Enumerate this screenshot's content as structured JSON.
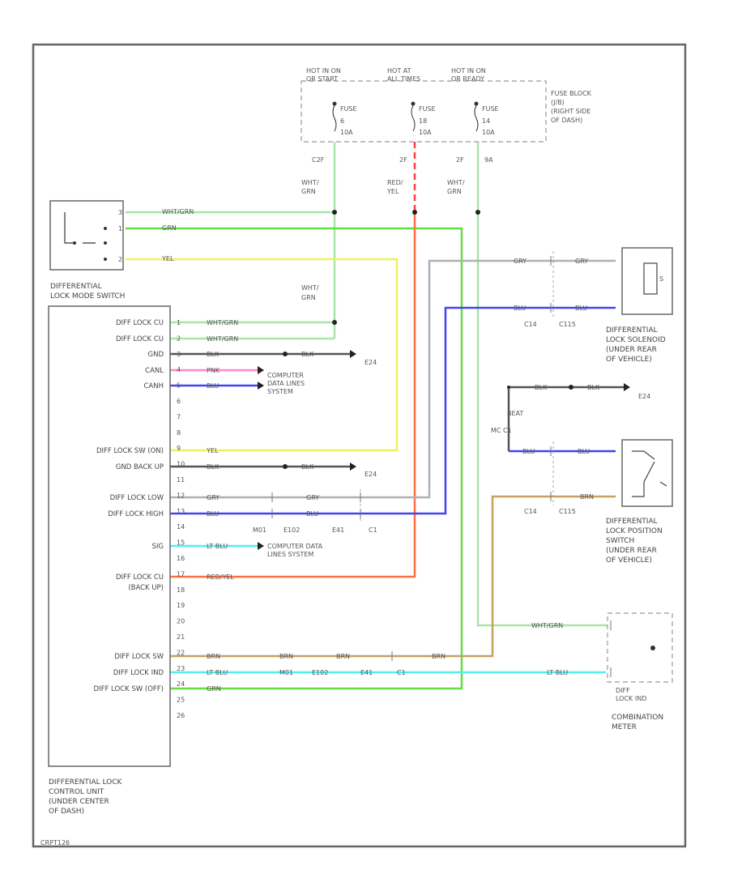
{
  "colors": {
    "WHT_GRN": "#a8e6a8",
    "GRN": "#66dd44",
    "YEL": "#f0f060",
    "RED_YEL": "#ff4040",
    "RED_YEL_WIRE": "#ff7040",
    "BLK": "#555555",
    "PNK": "#ff88cc",
    "BLU": "#4444ee",
    "GRY": "#b0b0b0",
    "LT_BLU": "#55eeee",
    "BRN": "#c8a060",
    "frame": "#666666"
  },
  "fuse_block": {
    "hots": [
      "HOT IN ON\nOR START",
      "HOT AT\nALL TIMES",
      "HOT IN ON\nOR READY"
    ],
    "fuses": [
      {
        "name": "FUSE",
        "number": "6",
        "rating": "10A",
        "connector": "C2F",
        "wire": "WHT/\nGRN"
      },
      {
        "name": "FUSE",
        "number": "18",
        "rating": "10A",
        "connector": "2F",
        "wire": "RED/\nYEL"
      },
      {
        "name": "FUSE",
        "number": "14",
        "rating": "10A",
        "connector": "2F",
        "pin": "9A",
        "wire": "WHT/\nGRN"
      }
    ],
    "label": "FUSE BLOCK\n(J/B)\n(RIGHT SIDE\nOF DASH)"
  },
  "mode_switch": {
    "label": "DIFFERENTIAL\nLOCK MODE SWITCH",
    "pins": [
      "3",
      "1",
      "2"
    ],
    "wires": [
      "WHT/GRN",
      "GRN",
      "YEL"
    ]
  },
  "control_unit": {
    "label": "DIFFERENTIAL LOCK\nCONTROL UNIT\n(UNDER CENTER\nOF DASH)",
    "pin_labels": [
      "DIFF LOCK CU",
      "DIFF LOCK CU",
      "GND",
      "CANL",
      "CANH",
      "DIFF LOCK SW (ON)",
      "GND BACK UP",
      "DIFF LOCK LOW",
      "DIFF LOCK HIGH",
      "SIG",
      "DIFF LOCK CU\n(BACK UP)",
      "DIFF LOCK SW",
      "DIFF LOCK IND",
      "DIFF LOCK SW (OFF)"
    ],
    "pins": [
      "1",
      "2",
      "3",
      "4",
      "5",
      "6",
      "7",
      "8",
      "9",
      "10",
      "11",
      "12",
      "13",
      "14",
      "15",
      "16",
      "17",
      "18",
      "19",
      "20",
      "21",
      "22",
      "23",
      "24",
      "25",
      "26"
    ]
  },
  "wires_cu": {
    "w1": "WHT/GRN",
    "w2": "WHT/GRN",
    "w3": "BLK",
    "w3b": "BLK",
    "w4": "PNK",
    "w5": "BLU",
    "w9": "YEL",
    "w10": "BLK",
    "w10b": "BLK",
    "w11": "GRY",
    "w11b": "GRY",
    "w12": "BLU",
    "w12b": "BLU",
    "w13": "LT BLU",
    "w15": "RED/YEL",
    "w20": "BRN",
    "w20b": "BRN",
    "w20c": "BRN",
    "w20d": "BRN",
    "w21": "LT BLU",
    "w22": "GRN"
  },
  "connectors": {
    "m01": "M01",
    "e102": "E102",
    "e41": "E41",
    "c1": "C1",
    "c14": "C14",
    "c115": "C115",
    "e24": "E24",
    "e24b": "E24",
    "e24c": "E24",
    "p4": "C1",
    "p5": "C1"
  },
  "labels": {
    "can1": "COMPUTER\nDATA LINES\nSYSTEM",
    "can2": "COMPUTER DATA\nLINES SYSTEM",
    "solenoid": "DIFFERENTIAL\nLOCK SOLENOID\n(UNDER REAR\nOF VEHICLE)",
    "solenoid_short": "S",
    "position_switch": "DIFFERENTIAL\nLOCK POSITION\nSWITCH\n(UNDER REAR\nOF VEHICLE)",
    "meter": "COMBINATION\nMETER",
    "indicator": "DIFF\nLOCK IND",
    "joint": "BEAT",
    "joint_conn": "MC C1",
    "wht_grn_mid": "WHT/\nGRN",
    "footer": "CRPT126"
  },
  "right_wires": {
    "gry1": "GRY",
    "gry2": "GRY",
    "blu1": "BLU",
    "blu2": "BLU",
    "blk1": "BLK",
    "blk2": "BLK",
    "blu3": "BLU",
    "blu4": "BLU",
    "brn": "BRN",
    "meter_wht": "WHT/GRN",
    "meter_lt": "LT BLU"
  }
}
